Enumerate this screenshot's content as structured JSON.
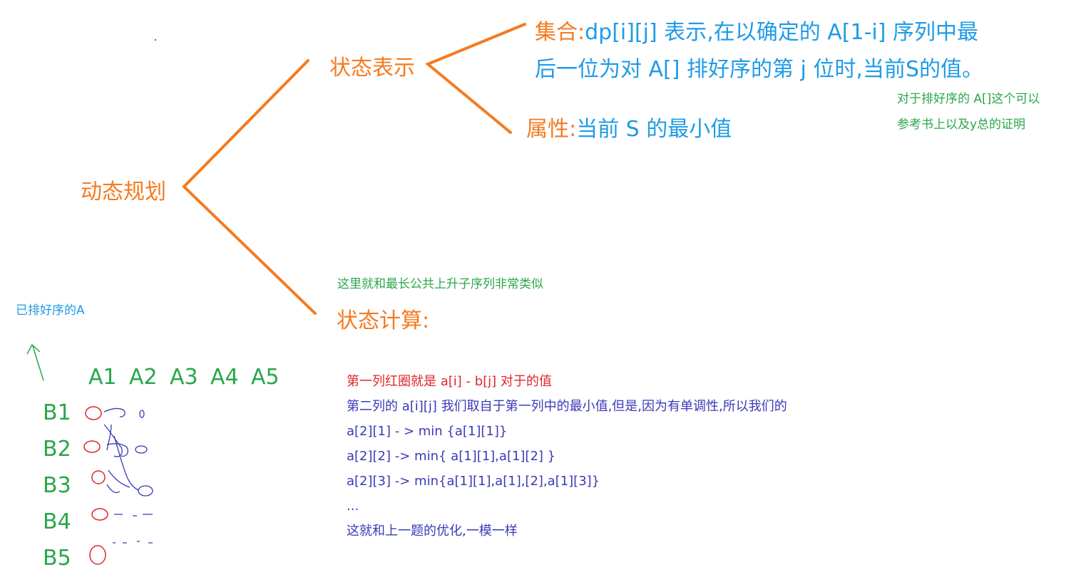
{
  "mind_map": {
    "root": "动态规划",
    "branch_state": "状态表示",
    "branch_compute": "状态计算:",
    "set_label": "集合:",
    "set_text_line1": "dp[i][j] 表示,在以确定的 A[1-i] 序列中最",
    "set_text_line2": "后一位为对 A[] 排好序的第 j 位时,当前S的值。",
    "attr_label": "属性:",
    "attr_text": "当前 S 的最小值"
  },
  "side_note": {
    "line1": "对于排好序的 A[]这个可以",
    "line2": "参考书上以及y总的证明"
  },
  "similarity_note": "这里就和最长公共上升子序列非常类似",
  "sorted_a_note": "已排好序的A",
  "grid": {
    "columns": [
      "A1",
      "A2",
      "A3",
      "A4",
      "A5"
    ],
    "rows": [
      "B1",
      "B2",
      "B3",
      "B4",
      "B5"
    ]
  },
  "explanation": {
    "line1": "第一列红圈就是 a[i] - b[j] 对于的值",
    "line2": "第二列的 a[i][j] 我们取自于第一列中的最小值,但是,因为有单调性,所以我们的",
    "line3": "a[2][1] - > min {a[1][1]}",
    "line4": "a[2][2] -> min{ a[1][1],a[1][2] }",
    "line5": "a[2][3] -> min{a[1][1],a[1],[2],a[1][3]}",
    "line6": "...",
    "line7": "这就和上一题的优化,一模一样"
  },
  "colors": {
    "orange": "#f47b20",
    "blue": "#1f9be6",
    "green": "#2aa64a",
    "red": "#e0262b",
    "indigo": "#3a3ab8"
  }
}
